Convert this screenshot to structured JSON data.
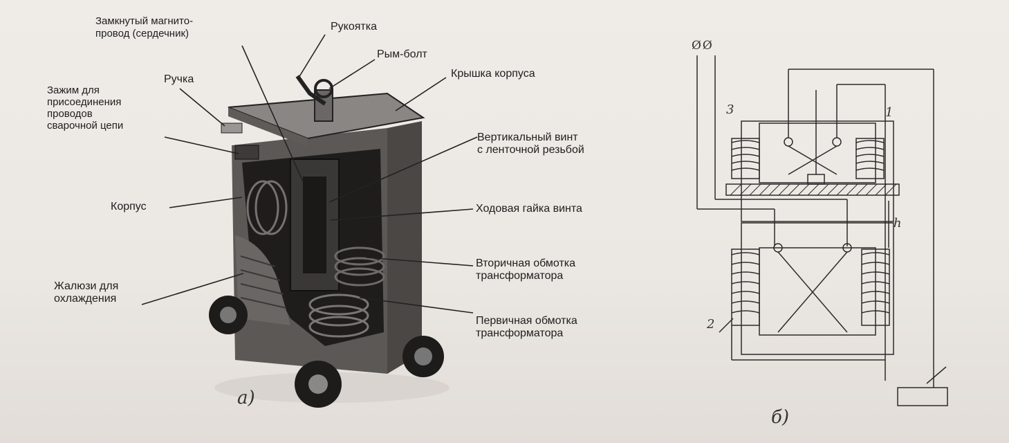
{
  "figure_a": {
    "labels": {
      "magnetic_core": "Замкнутый магнито-\nпровод (сердечник)",
      "crank": "Рукоятка",
      "eye_bolt": "Рым-болт",
      "lid": "Крышка корпуса",
      "handle": "Ручка",
      "clamp": "Зажим для\nприсоединения\nпроводов\nсварочной цепи",
      "vertical_screw": "Вертикальный винт\nс ленточной резьбой",
      "housing": "Корпус",
      "running_nut": "Ходовая гайка винта",
      "secondary_winding": "Вторичная обмотка\nтрансформатора",
      "louvers": "Жалюзи для\nохлаждения",
      "primary_winding": "Первичная обмотка\nтрансформатора"
    },
    "caption": "а)"
  },
  "figure_b": {
    "terminals": "ØØ",
    "numbers": {
      "n1": "1",
      "n2": "2",
      "n3": "3",
      "h": "h"
    },
    "caption": "б)"
  },
  "colors": {
    "ink": "#222222",
    "paper": "#ece8e3",
    "drawing": "#2a2a2a"
  }
}
